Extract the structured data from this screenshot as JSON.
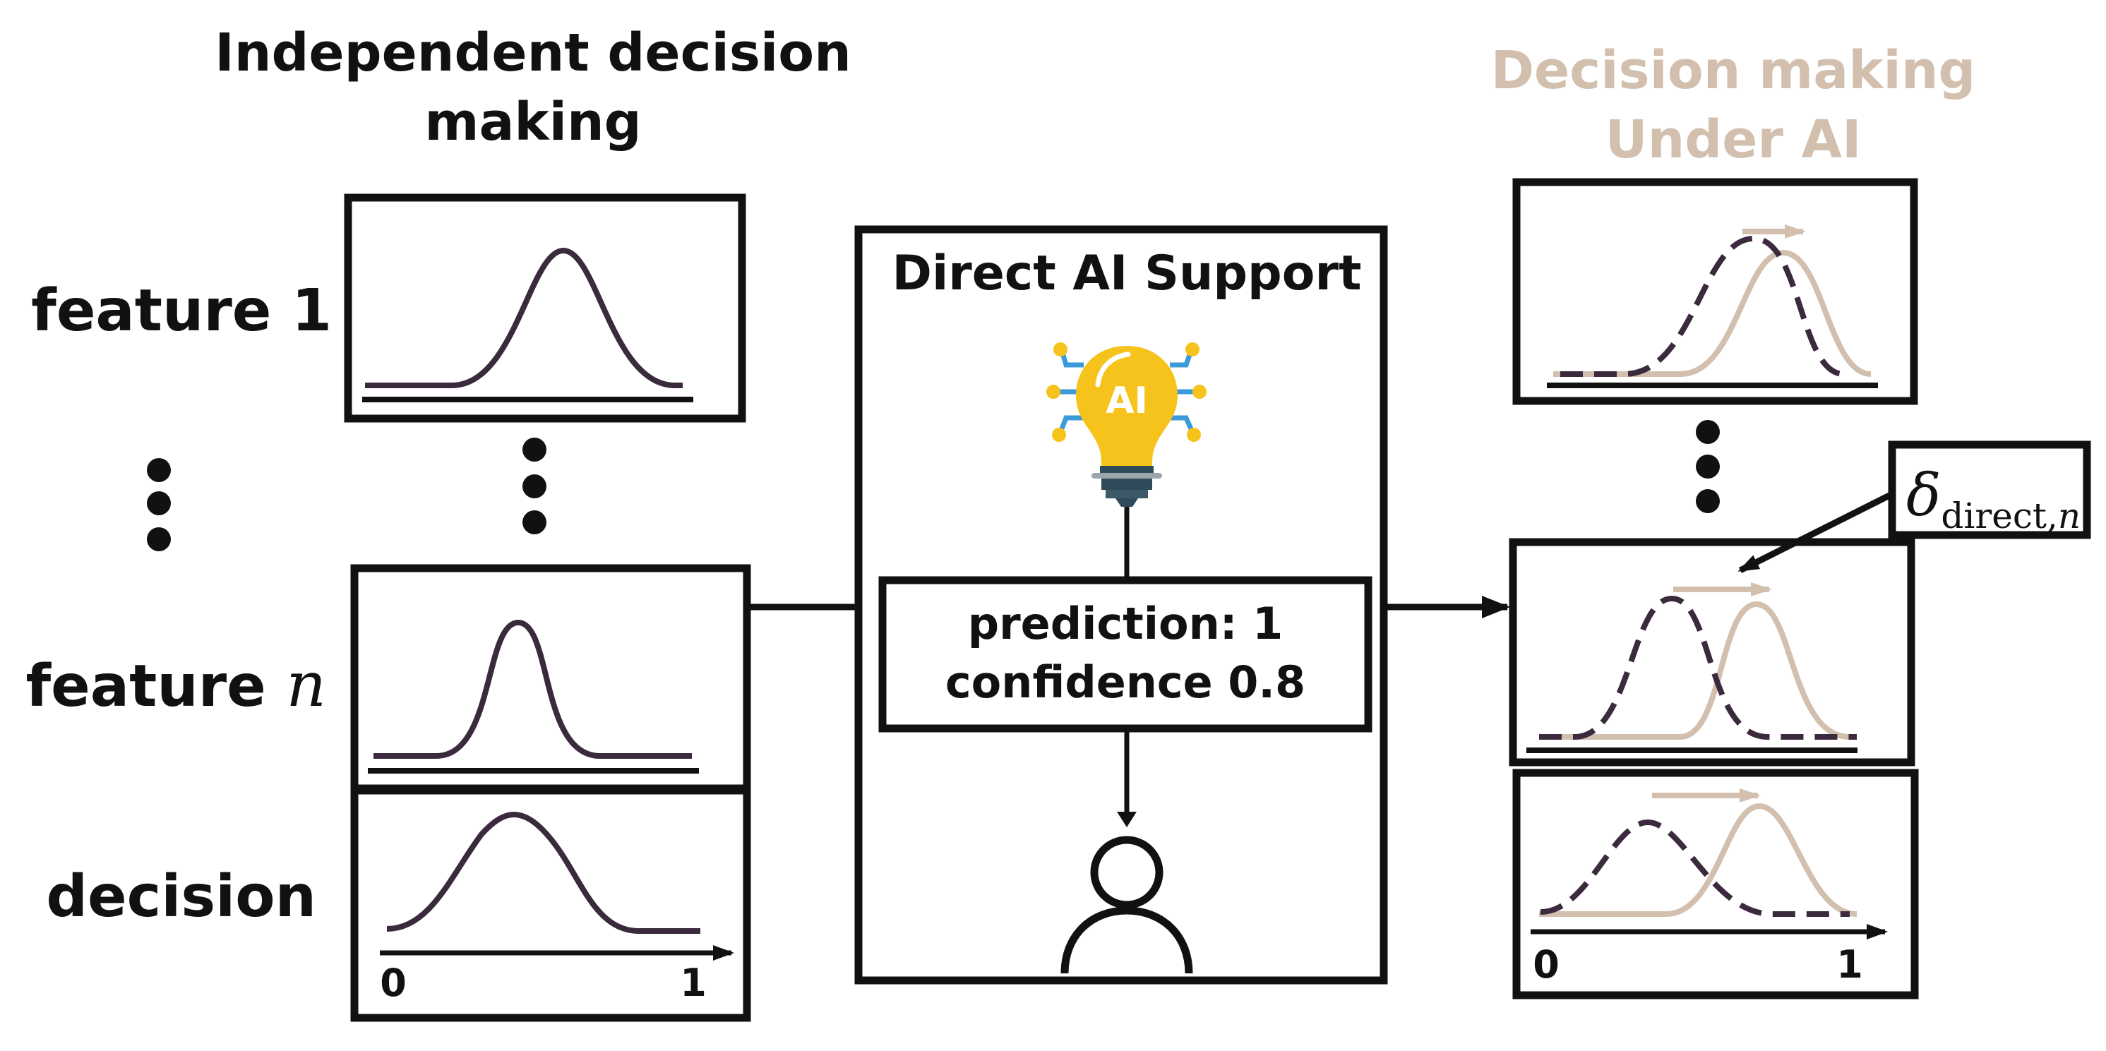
{
  "left": {
    "title_line1": "Independent decision",
    "title_line2": "making",
    "feature1_label": "feature 1",
    "featuren_label_prefix": "feature ",
    "featuren_symbol": "n",
    "decision_label": "decision",
    "axis_min": "0",
    "axis_max": "1"
  },
  "center": {
    "title": "Direct AI Support",
    "bulb_text": "AI",
    "prediction_line": "prediction: 1",
    "confidence_line": "confidence 0.8",
    "icons": [
      "ai-lightbulb-icon",
      "user-icon"
    ]
  },
  "right": {
    "title_line1": "Decision making",
    "title_line2": "Under AI",
    "delta_symbol": "δ",
    "delta_subscript": "direct,",
    "delta_subscript_var": "n",
    "axis_min": "0",
    "axis_max": "1"
  },
  "colors": {
    "ink": "#111111",
    "curve": "#3b2a3d",
    "accent": "#d2bfae",
    "bulb_yellow": "#f6c21c",
    "bulb_blue": "#3b9ad9"
  }
}
